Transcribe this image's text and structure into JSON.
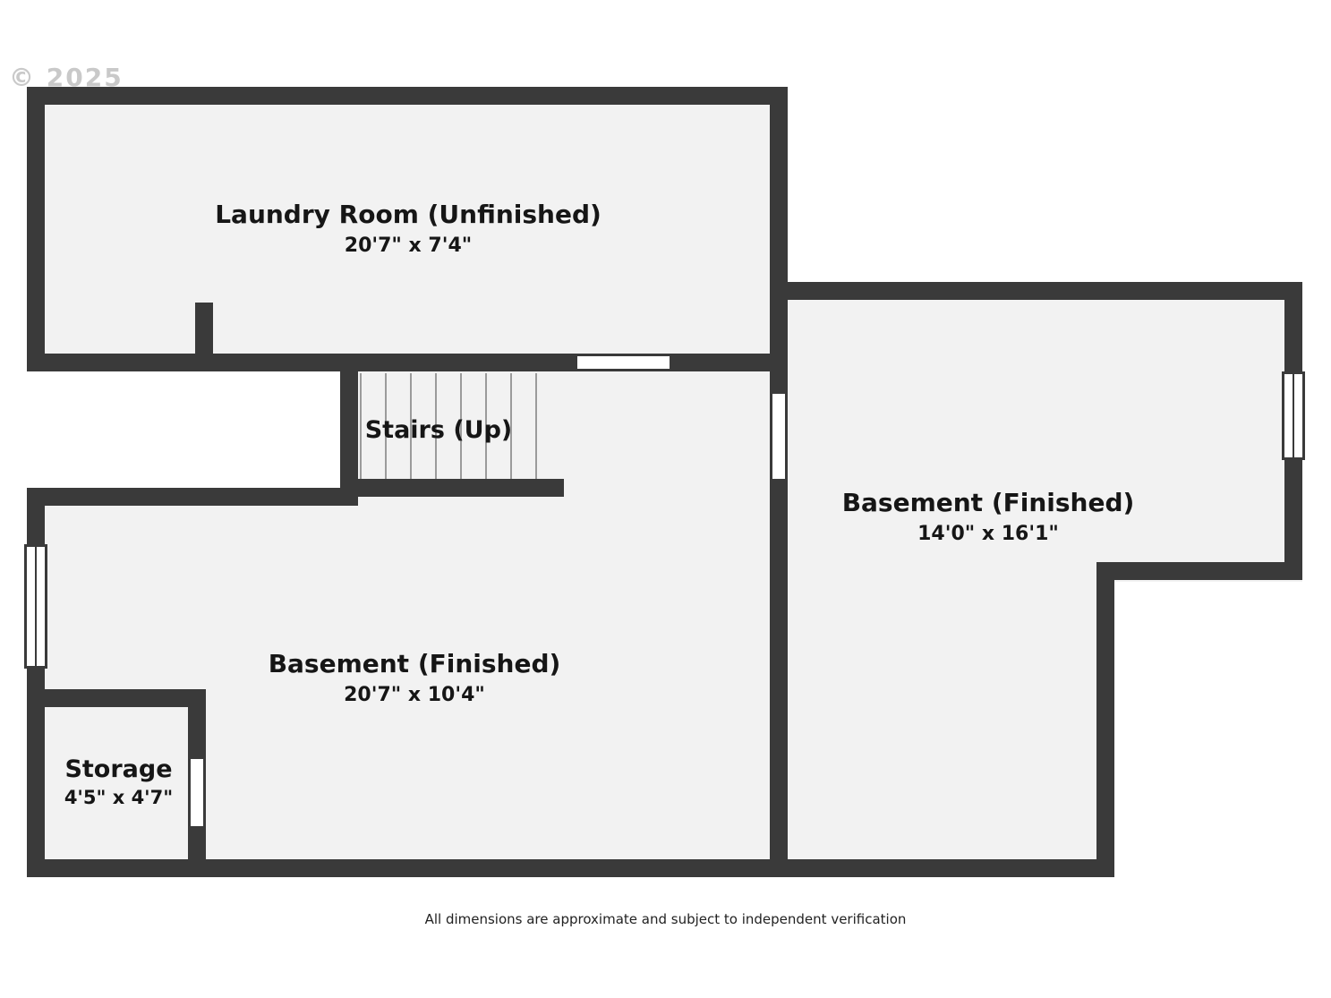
{
  "watermark": "© 2025",
  "footer_disclaimer": "All dimensions are approximate and subject to independent verification",
  "rooms": {
    "laundry": {
      "name": "Laundry Room (Unfinished)",
      "dims": "20'7\" x 7'4\""
    },
    "stairs": {
      "name": "Stairs (Up)"
    },
    "basement_right": {
      "name": "Basement (Finished)",
      "dims": "14'0\" x 16'1\""
    },
    "basement_left": {
      "name": "Basement (Finished)",
      "dims": "20'7\" x 10'4\""
    },
    "storage": {
      "name": "Storage",
      "dims": "4'5\" x 4'7\""
    }
  },
  "colors": {
    "wall": "#3a3a3a",
    "floor": "#f2f2f2",
    "text": "#161616",
    "watermark": "#c9c9c9"
  }
}
